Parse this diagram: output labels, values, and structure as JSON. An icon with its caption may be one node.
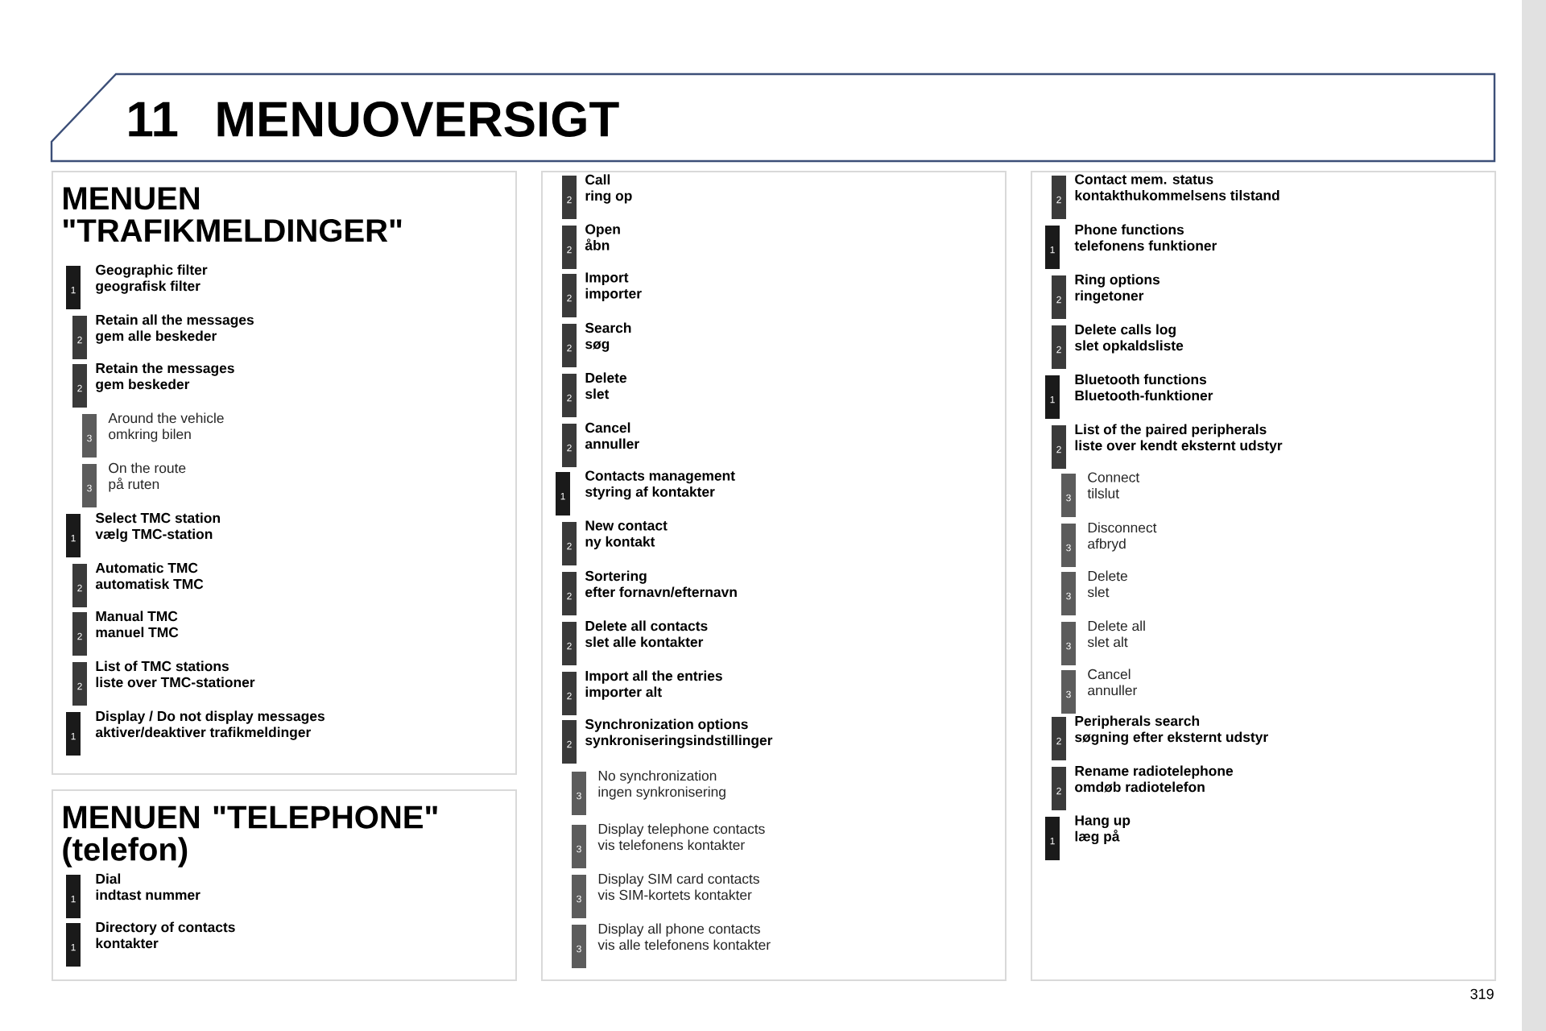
{
  "diagram": {
    "title": "MENUOVERSIGT",
    "nodes": [
      {
        "text": [
          "MENUEN \"TRAFIKMELDINGER\""
        ]
      },
      {
        "text": [
          "1",
          "Geographic filter",
          "geografisk filter"
        ],
        "in": 0
      },
      {
        "text": [
          "2",
          "Retain all the messages",
          "gem alle beskeder"
        ],
        "in": 0
      },
      {
        "text": [
          "2",
          "Retain the messages",
          "gem beskeder"
        ],
        "in": 0
      },
      {
        "text": [
          "3",
          "Around the vehicle",
          "omkring bilen"
        ],
        "in": 0
      },
      {
        "text": [
          "3",
          "On the route",
          "på ruten"
        ],
        "in": 0
      },
      {
        "text": [
          "1",
          "Select TMC station",
          "vælg TMC-station"
        ],
        "in": 0
      },
      {
        "text": [
          "2",
          "Automatic TMC",
          "automatisk TMC"
        ],
        "in": 0
      },
      {
        "text": [
          "2",
          "Manual TMC",
          "manuel TMC"
        ],
        "in": 0
      },
      {
        "text": [
          "2",
          "List of TMC stations",
          "liste over TMC-stationer"
        ],
        "in": 0
      },
      {
        "text": [
          "1",
          "Display / Do not display messages",
          "aktiver/deaktiver trafikmeldinger"
        ],
        "in": 0
      },
      {
        "text": [
          "MENUEN \"TELEPHONE\" (telefon)"
        ]
      },
      {
        "text": [
          "1",
          "Dial",
          "indtast nummer"
        ],
        "in": 11
      },
      {
        "text": [
          "1",
          "Directory of contacts",
          "kontakter"
        ],
        "in": 11
      },
      {
        "text": [],
        "shape": "box"
      },
      {
        "text": [
          "2",
          "Call",
          "ring op"
        ],
        "in": 14
      },
      {
        "text": [
          "2",
          "Open",
          "åbn"
        ],
        "in": 14
      },
      {
        "text": [
          "2",
          "Import",
          "importer"
        ],
        "in": 14
      },
      {
        "text": [
          "2",
          "Search",
          "søg"
        ],
        "in": 14
      },
      {
        "text": [
          "2",
          "Delete",
          "slet"
        ],
        "in": 14
      },
      {
        "text": [
          "2",
          "Cancel",
          "annuller"
        ],
        "in": 14
      },
      {
        "text": [
          "1",
          "Contacts management",
          "styring af kontakter"
        ],
        "in": 14
      },
      {
        "text": [
          "2",
          "New contact",
          "ny kontakt"
        ],
        "in": 14
      },
      {
        "text": [
          "2",
          "Sortering",
          "efter fornavn/efternavn"
        ],
        "in": 14
      },
      {
        "text": [
          "2",
          "Delete all contacts",
          "slet alle kontakter"
        ],
        "in": 14
      },
      {
        "text": [
          "2",
          "Import all the entries",
          "importer alt"
        ],
        "in": 14
      },
      {
        "text": [
          "2",
          "Synchronization options",
          "synkroniseringsindstillinger"
        ],
        "in": 14
      },
      {
        "text": [
          "3",
          "No synchronization",
          "ingen synkronisering"
        ],
        "in": 14
      },
      {
        "text": [
          "3",
          "Display telephone contacts",
          "vis telefonens kontakter"
        ],
        "in": 14
      },
      {
        "text": [
          "3",
          "Display SIM card contacts",
          "vis SIM-kortets kontakter"
        ],
        "in": 14
      },
      {
        "text": [
          "3",
          "Display all phone contacts",
          "vis alle telefonens kontakter"
        ],
        "in": 14
      },
      {
        "text": [],
        "shape": "box"
      },
      {
        "text": [
          "2",
          "Contact mem. status",
          "kontakthukommelsens tilstand"
        ],
        "in": 31
      },
      {
        "text": [
          "1",
          "Phone functions",
          "telefonens funktioner"
        ],
        "in": 31
      },
      {
        "text": [
          "2",
          "Ring options",
          "ringetoner"
        ],
        "in": 31
      },
      {
        "text": [
          "2",
          "Delete calls log",
          "slet opkaldsliste"
        ],
        "in": 31
      },
      {
        "text": [
          "1",
          "Bluetooth functions",
          "Bluetooth-funktioner"
        ],
        "in": 31
      },
      {
        "text": [
          "2",
          "List of the paired peripherals",
          "liste over kendt eksternt udstyr"
        ],
        "in": 31
      },
      {
        "text": [
          "3",
          "Connect",
          "tilslut"
        ],
        "in": 31
      },
      {
        "text": [
          "3",
          "Disconnect",
          "afbryd"
        ],
        "in": 31
      },
      {
        "text": [
          "3",
          "Delete",
          "slet"
        ],
        "in": 31
      },
      {
        "text": [
          "3",
          "Delete all",
          "slet alt"
        ],
        "in": 31
      },
      {
        "text": [
          "3",
          "Cancel",
          "annuller"
        ],
        "in": 31
      },
      {
        "text": [
          "2",
          "Peripherals search",
          "søgning efter eksternt udstyr"
        ],
        "in": 31
      },
      {
        "text": [
          "2",
          "Rename radiotelephone",
          "omdøb radiotelefon"
        ],
        "in": 31
      },
      {
        "text": [
          "1",
          "Hang up",
          "læg på"
        ],
        "in": 31
      }
    ],
    "labels": [
      "11",
      "319"
    ]
  }
}
